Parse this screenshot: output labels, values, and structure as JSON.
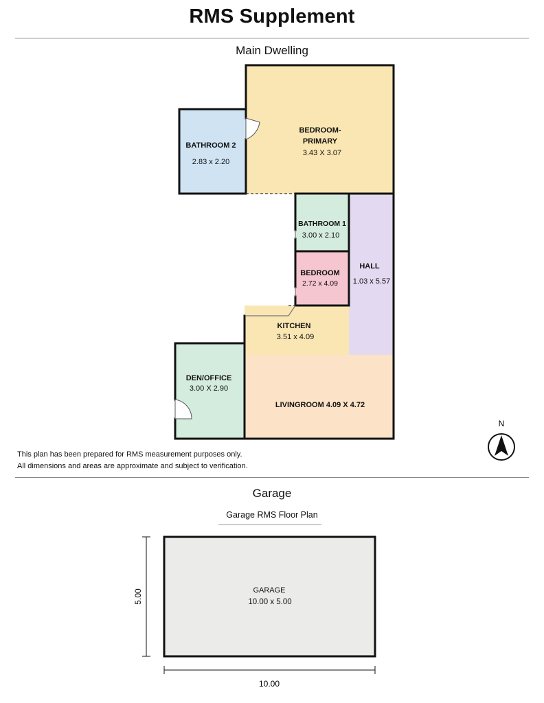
{
  "title": "RMS Supplement",
  "main_section": "Main Dwelling",
  "garage_section": "Garage",
  "garage_subtitle": "Garage RMS Floor Plan",
  "disclaimer": {
    "line1": "This plan has been prepared for RMS measurement purposes only.",
    "line2": "All dimensions and areas are approximate and subject to verification."
  },
  "compass": {
    "label": "N"
  },
  "rooms": {
    "bedroom_primary": {
      "name1": "BEDROOM-",
      "name2": "PRIMARY",
      "dims": "3.43 X 3.07",
      "color": "#f9e6b3"
    },
    "bathroom2": {
      "name": "BATHROOM 2",
      "dims": "2.83 x 2.20",
      "color": "#cfe3f3"
    },
    "bathroom1": {
      "name": "BATHROOM 1",
      "dims": "3.00 x  2.10",
      "color": "#d4ecdd"
    },
    "hall": {
      "name": "HALL",
      "dims": "1.03 x 5.57",
      "color": "#e3d9f0"
    },
    "bedroom": {
      "name": "BEDROOM",
      "dims": "2.72 x 4.09",
      "color": "#f5c6cf"
    },
    "kitchen": {
      "name": "KITCHEN",
      "dims": "3.51 x 4.09",
      "color": "#f9e6b3"
    },
    "den_office": {
      "name": "DEN/OFFICE",
      "dims": "3.00 X 2.90",
      "color": "#d4ecdd"
    },
    "livingroom": {
      "name": "LIVINGROOM 4.09 X 4.72",
      "color": "#fce2c6"
    }
  },
  "garage": {
    "name": "GARAGE",
    "dims": "10.00 x 5.00",
    "width_label": "10.00",
    "height_label": "5.00",
    "color": "#ebebea"
  }
}
